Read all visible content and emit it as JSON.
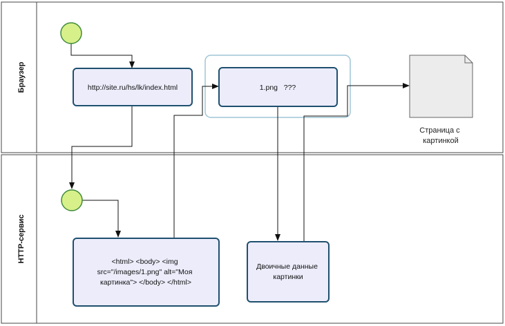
{
  "lanes": [
    {
      "label": "Браузер"
    },
    {
      "label": "HTTP-сервис"
    }
  ],
  "nodes": {
    "url_task": {
      "lines": [
        "http://site.ru/hs/lk/index.html"
      ]
    },
    "image_task": {
      "lines": [
        "1.png   ???"
      ]
    },
    "html_task": {
      "lines": [
        "<html> <body> <img",
        "src=\"/images/1.png\" alt=\"Моя",
        "картинка\"> </body> </html>"
      ]
    },
    "binary_task": {
      "lines": [
        "Двоичные данные",
        "картинки"
      ]
    },
    "document": {
      "lines": [
        "Страница с",
        "картинкой"
      ]
    }
  },
  "colors": {
    "start_fill": "#d8f08a",
    "start_stroke": "#3f8a3a",
    "task_fill": "#ececfb",
    "task_stroke": "#1e4f6e",
    "group_stroke": "#9ec5d6",
    "doc_fill": "#ececec",
    "doc_stroke": "#666666"
  },
  "icons": {
    "start": "start-event-circle",
    "document": "document-shape"
  }
}
